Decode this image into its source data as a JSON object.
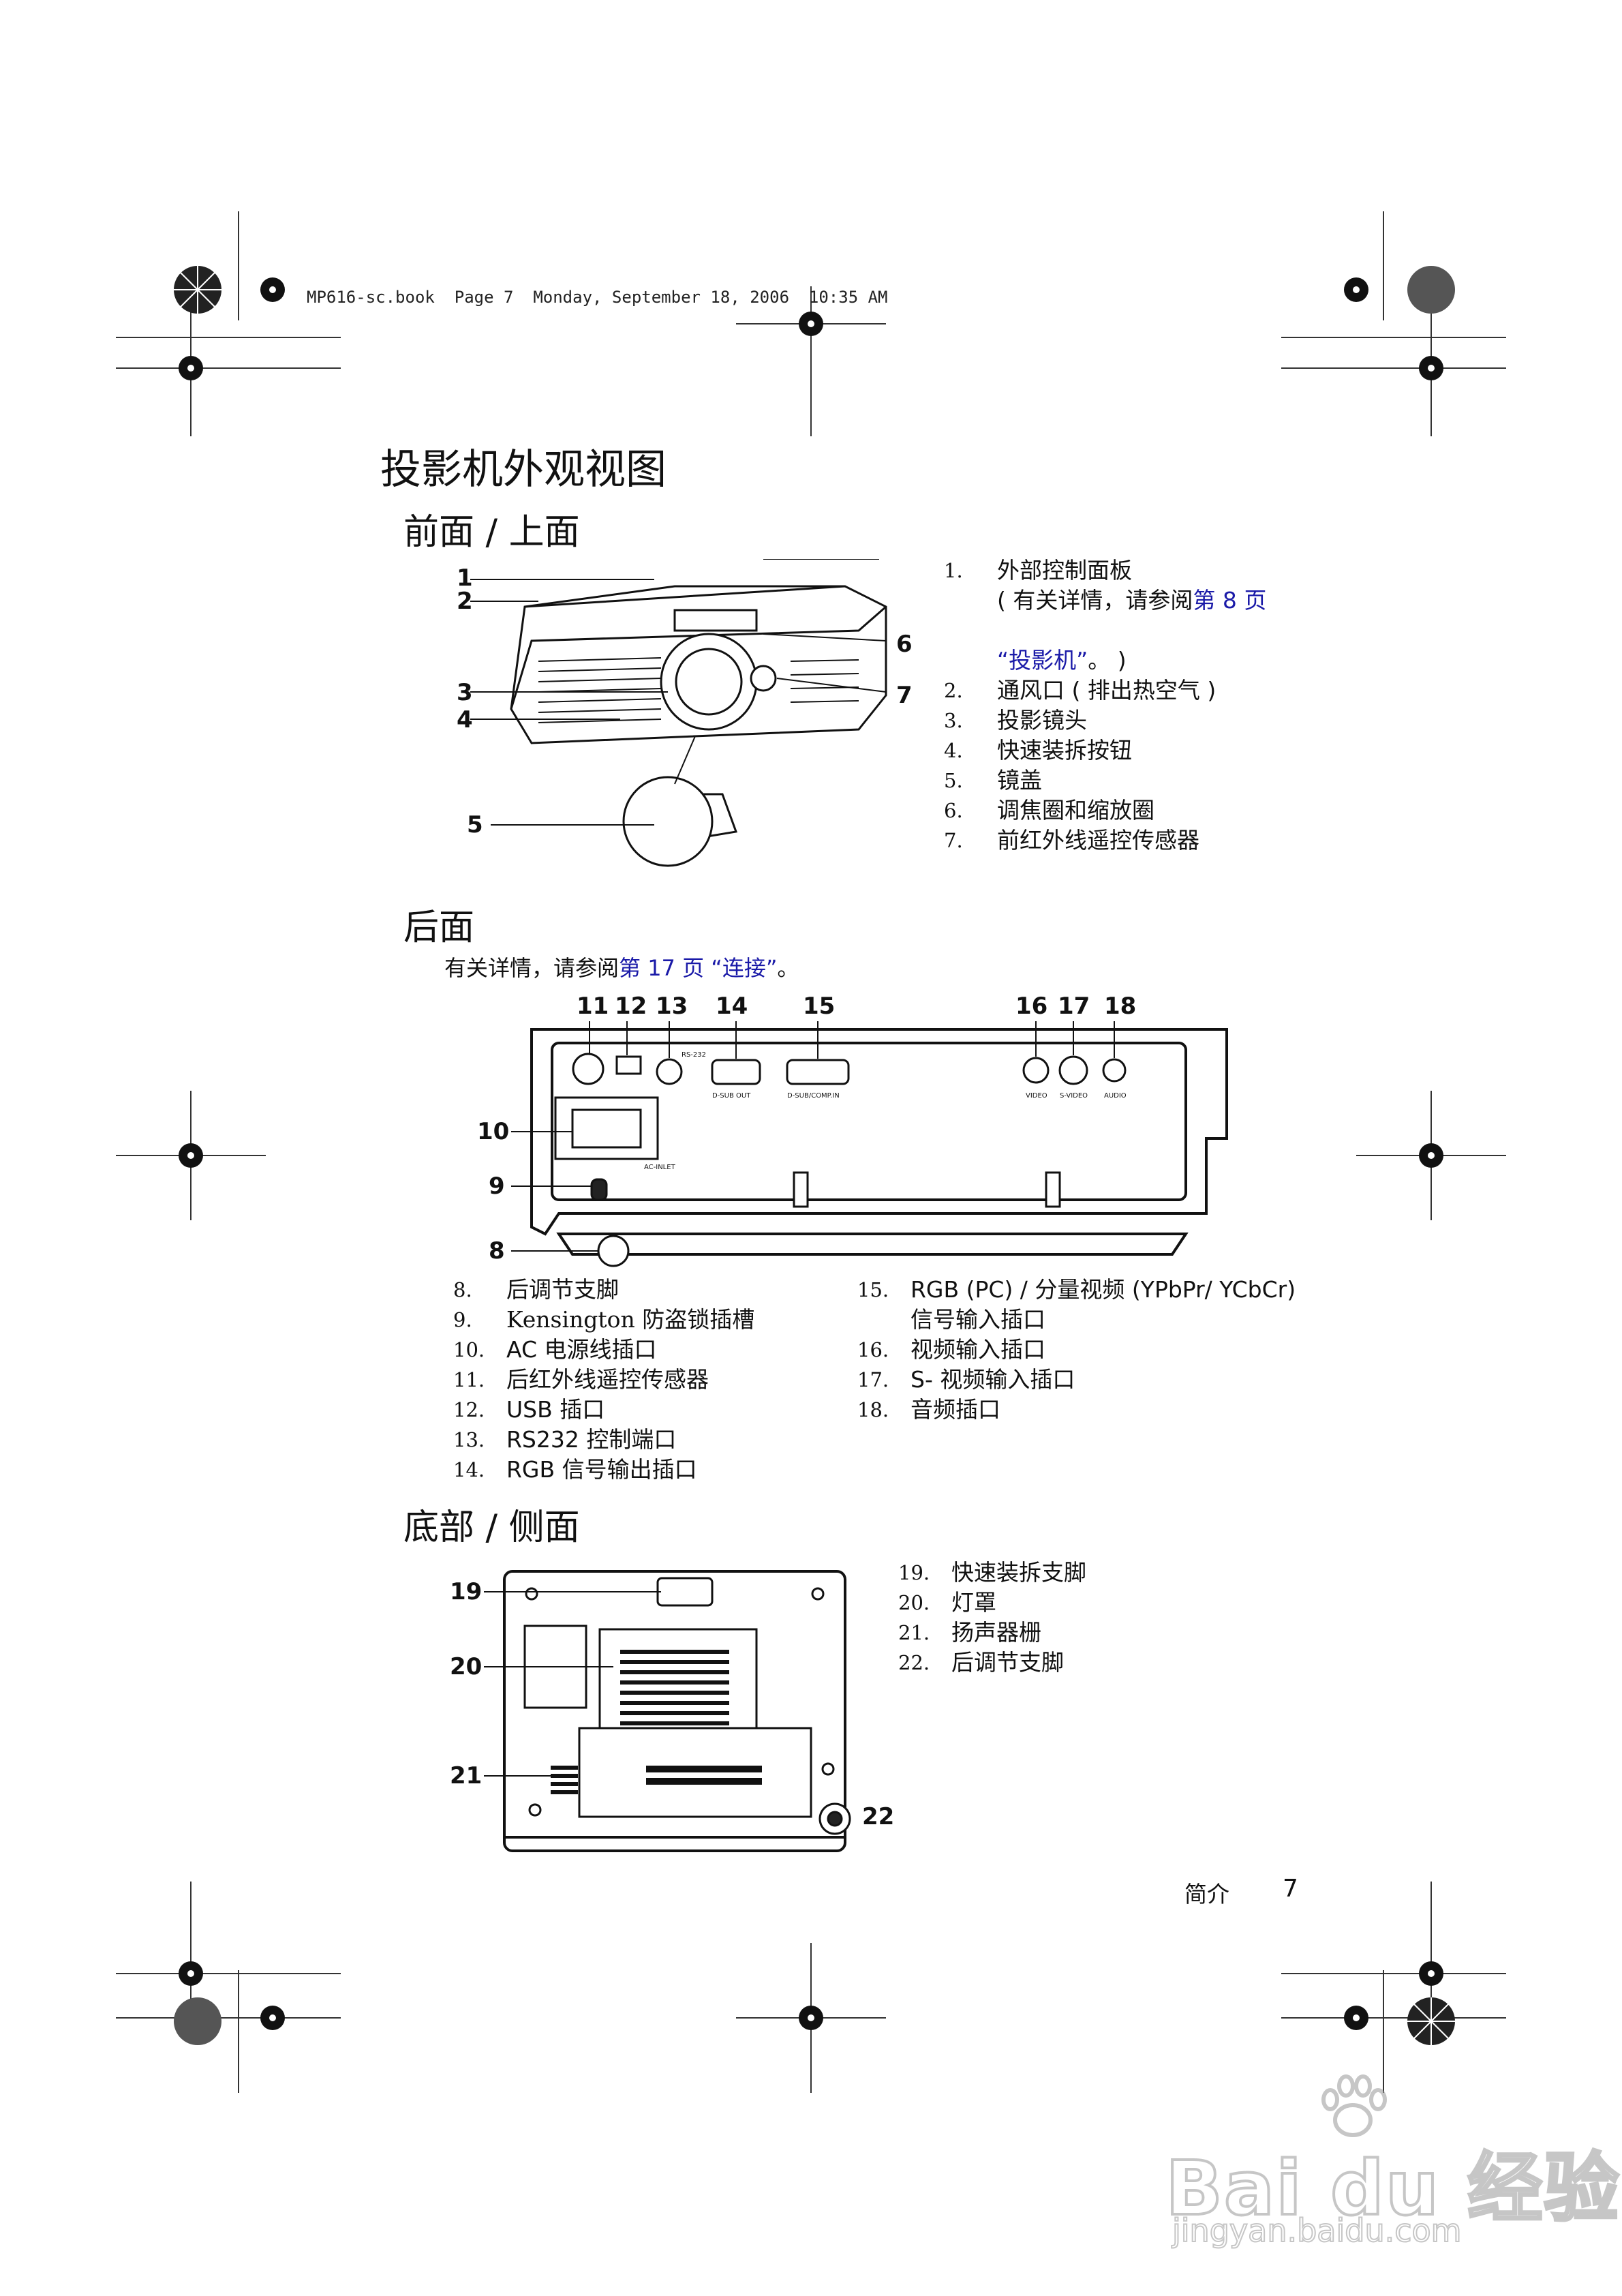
{
  "header": {
    "text": "MP616-sc.book  Page 7  Monday, September 18, 2006  10:35 AM"
  },
  "page_title": "投影机外观视图",
  "front": {
    "title": "前面 / 上面",
    "callouts": [
      "1",
      "2",
      "3",
      "4",
      "5",
      "6",
      "7"
    ],
    "items": [
      {
        "num": "1.",
        "label": "外部控制面板"
      },
      {
        "num": "2.",
        "label": "通风口 ( 排出热空气 )"
      },
      {
        "num": "3.",
        "label": "投影镜头"
      },
      {
        "num": "4.",
        "label": "快速装拆按钮"
      },
      {
        "num": "5.",
        "label": "镜盖"
      },
      {
        "num": "6.",
        "label": "调焦圈和缩放圈"
      },
      {
        "num": "7.",
        "label": "前红外线遥控传感器"
      }
    ],
    "item1_note_prefix": "( 有关详情，请参阅",
    "item1_note_link": "第 8 页",
    "item1_note_link2": "“投影机”",
    "item1_note_suffix": "。 )"
  },
  "rear": {
    "title": "后面",
    "note_prefix": "有关详情，请参阅",
    "note_link": "第 17 页 “连接”",
    "note_suffix": "。",
    "callouts": [
      "8",
      "9",
      "10",
      "11",
      "12",
      "13",
      "14",
      "15",
      "16",
      "17",
      "18"
    ],
    "panel_labels": {
      "rs232": "RS-232",
      "dsub_out": "D-SUB OUT",
      "dsub_in": "D-SUB/COMP.IN",
      "video": "VIDEO",
      "svideo": "S-VIDEO",
      "audio": "AUDIO",
      "ac_inlet": "AC-INLET"
    },
    "items_left": [
      {
        "num": "8.",
        "label": "后调节支脚"
      },
      {
        "num": "9.",
        "label": "Kensington 防盗锁插槽"
      },
      {
        "num": "10.",
        "label": "AC 电源线插口"
      },
      {
        "num": "11.",
        "label": "后红外线遥控传感器"
      },
      {
        "num": "12.",
        "label": "USB 插口"
      },
      {
        "num": "13.",
        "label": "RS232 控制端口"
      },
      {
        "num": "14.",
        "label": "RGB 信号输出插口"
      }
    ],
    "items_right": [
      {
        "num": "15.",
        "label": "RGB (PC) / 分量视频 (YPbPr/ YCbCr)"
      },
      {
        "num": "",
        "label": "信号输入插口"
      },
      {
        "num": "16.",
        "label": "视频输入插口"
      },
      {
        "num": "17.",
        "label": "S- 视频输入插口"
      },
      {
        "num": "18.",
        "label": "音频插口"
      }
    ]
  },
  "bottom": {
    "title": "底部 / 侧面",
    "callouts": [
      "19",
      "20",
      "21",
      "22"
    ],
    "items": [
      {
        "num": "19.",
        "label": "快速装拆支脚"
      },
      {
        "num": "20.",
        "label": "灯罩"
      },
      {
        "num": "21.",
        "label": "扬声器栅"
      },
      {
        "num": "22.",
        "label": "后调节支脚"
      }
    ]
  },
  "footer": {
    "section": "简介",
    "page": "7"
  },
  "watermark": {
    "brand": "Bai du 经验",
    "url": "jingyan.baidu.com"
  }
}
